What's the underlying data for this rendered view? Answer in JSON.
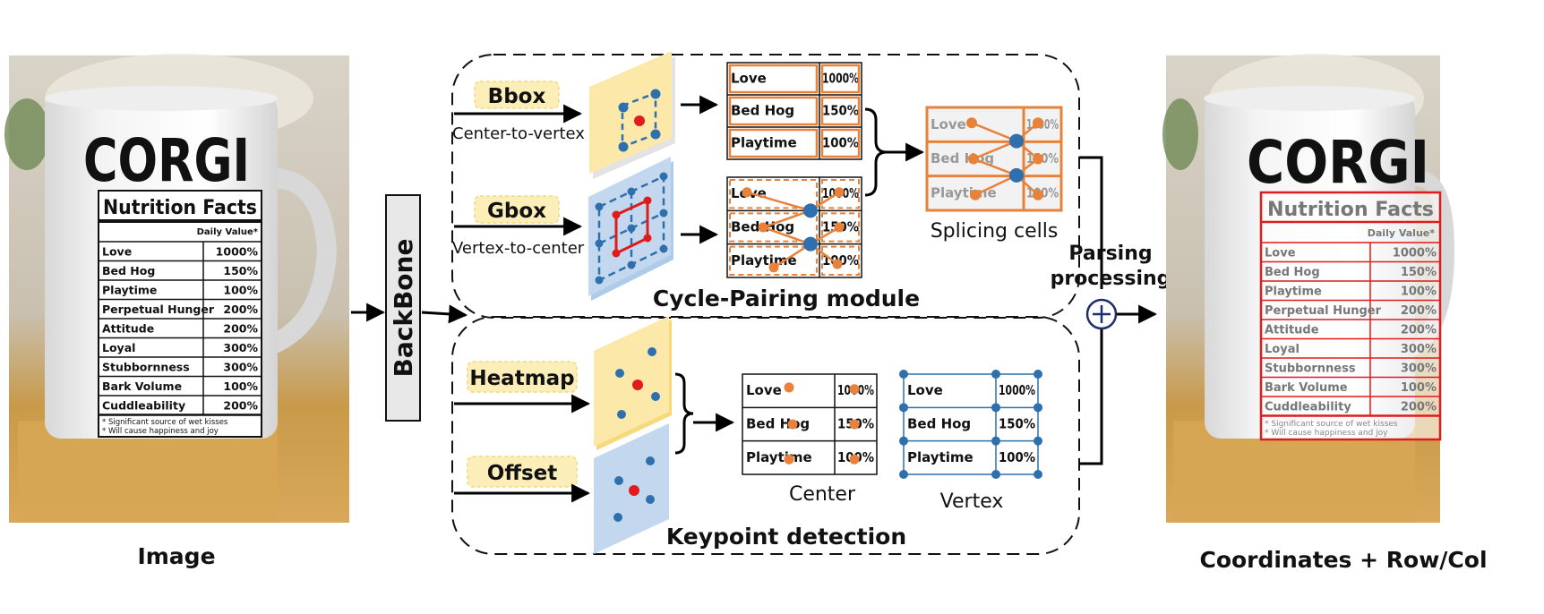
{
  "input_caption": "Image",
  "output_caption": "Coordinates + Row/Col",
  "backbone_label": "BackBone",
  "cycle_module_label": "Cycle-Pairing module",
  "keypoint_module_label": "Keypoint detection",
  "bbox_label": "Bbox",
  "bbox_sublabel": "Center-to-vertex",
  "gbox_label": "Gbox",
  "gbox_sublabel": "Vertex-to-center",
  "heatmap_label": "Heatmap",
  "offset_label": "Offset",
  "splicing_label": "Splicing cells",
  "parsing_label_1": "Parsing",
  "parsing_label_2": "processing",
  "center_label": "Center",
  "vertex_label": "Vertex",
  "mini_table": {
    "rows": [
      {
        "name": "Love",
        "value": "1000%"
      },
      {
        "name": "Bed Hog",
        "value": "150%"
      },
      {
        "name": "Playtime",
        "value": "100%"
      }
    ]
  },
  "mug": {
    "brand": "CORGI",
    "heading": "Nutrition Facts",
    "daily_value": "Daily Value*",
    "rows": [
      {
        "name": "Love",
        "value": "1000%"
      },
      {
        "name": "Bed Hog",
        "value": "150%"
      },
      {
        "name": "Playtime",
        "value": "100%"
      },
      {
        "name": "Perpetual Hunger",
        "value": "200%"
      },
      {
        "name": "Attitude",
        "value": "200%"
      },
      {
        "name": "Loyal",
        "value": "300%"
      },
      {
        "name": "Stubbornness",
        "value": "300%"
      },
      {
        "name": "Bark Volume",
        "value": "100%"
      },
      {
        "name": "Cuddleability",
        "value": "200%"
      }
    ],
    "footnote_1": "* Significant source of wet kisses",
    "footnote_2": "* Will cause happiness and joy"
  },
  "colors": {
    "orange": "#e8823a",
    "blue": "#2e6fad",
    "red": "#e01b1b",
    "yellow_box": "#fcebb3",
    "blue_box": "#c3d8ee",
    "label_bg": "#fbeeb9",
    "backbone_bg": "#e8e8e8"
  }
}
